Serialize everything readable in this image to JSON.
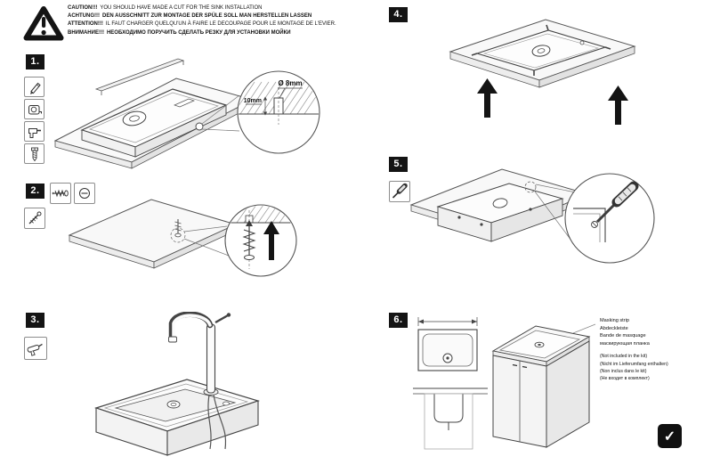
{
  "warning": {
    "lines": [
      {
        "label": "CAUTION!!!",
        "text": "YOU SHOULD HAVE MADE A CUT FOR THE SINK INSTALLATION"
      },
      {
        "label": "ACHTUNG!!!",
        "text": "DEN AUSSCHNITT ZUR MONTAGE DER SPÜLE SOLL MAN HERSTELLEN LASSEN"
      },
      {
        "label": "ATTENTION!!!",
        "text": "IL FAUT CHARGER QUELQU'UN À FAIRE LE DECOUPAGE POUR LE MONTAGE DE L'EVIER."
      },
      {
        "label": "ВНИМАНИЕ!!!",
        "text": "НЕОБХОДИМО ПОРУЧИТЬ СДЕЛАТЬ РЕЗКУ ДЛЯ УСТАНОВКИ МОЙКИ"
      }
    ]
  },
  "steps": {
    "one": {
      "number": "1.",
      "hole_diameter": "Ø 8mm",
      "hole_depth": "10mm"
    },
    "two": {
      "number": "2."
    },
    "three": {
      "number": "3."
    },
    "four": {
      "number": "4."
    },
    "five": {
      "number": "5."
    },
    "six": {
      "number": "6.",
      "labels": [
        "Masking strip",
        "Abdeckleiste",
        "Bande de masquage",
        "маскирующая планка"
      ],
      "notes": [
        "(Not included in the kit)",
        "(Nicht im Lieferumfang enthalten)",
        "(Non inclus dans le kit)",
        "(Не входит в комплект)"
      ]
    }
  },
  "icons": {
    "check": "✓"
  },
  "colors": {
    "ink": "#141414",
    "line": "#444444",
    "paper": "#ffffff"
  }
}
